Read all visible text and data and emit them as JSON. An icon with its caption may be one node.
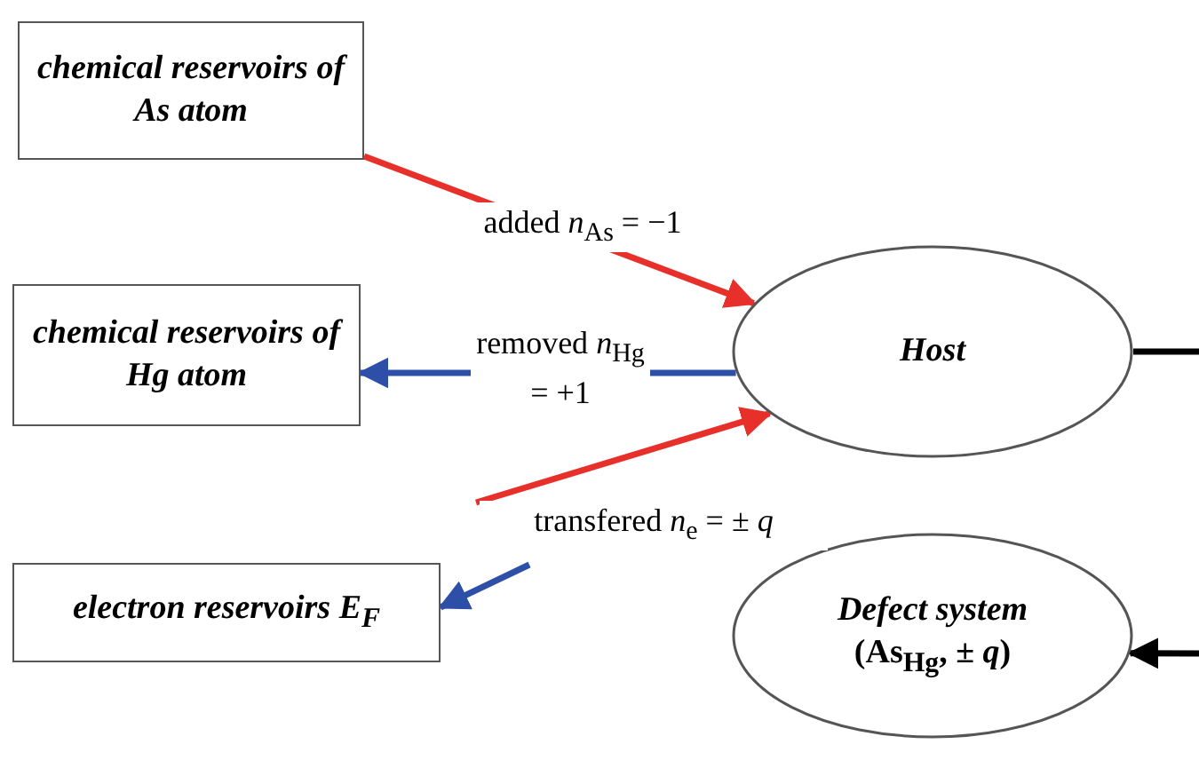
{
  "diagram": {
    "nodes": [
      {
        "text": [
          "chemical reservoirs of As atom"
        ]
      },
      {
        "text": [
          "chemical reservoirs of Hg atom"
        ]
      },
      {
        "text": [
          "electron reservoirs *E*$_{F}$"
        ]
      },
      {
        "text": [
          "Host"
        ]
      },
      {
        "text": [
          "Defect system",
          "(As$_{Hg}$, ± *q*)"
        ]
      }
    ],
    "edges": [
      {
        "from": 0,
        "to": 3,
        "arrow": "to",
        "label": "added *n*$_{As}$ = −1",
        "color": "#e8302a"
      },
      {
        "from": 3,
        "to": 1,
        "arrow": "to",
        "label": "removed *n*$_{Hg}$ = +1",
        "color": "#2e4fa8"
      },
      {
        "from": null,
        "to": 3,
        "arrow": "to",
        "label": "transfered *n*$_{e}$ = ± *q*",
        "color": "#e8302a"
      },
      {
        "from": null,
        "to": 2,
        "arrow": "to",
        "color": "#2e4fa8"
      },
      {
        "from": 3,
        "to": null,
        "arrow": "none",
        "color": "#000000"
      },
      {
        "from": null,
        "to": 4,
        "arrow": "to",
        "color": "#000000"
      }
    ]
  }
}
